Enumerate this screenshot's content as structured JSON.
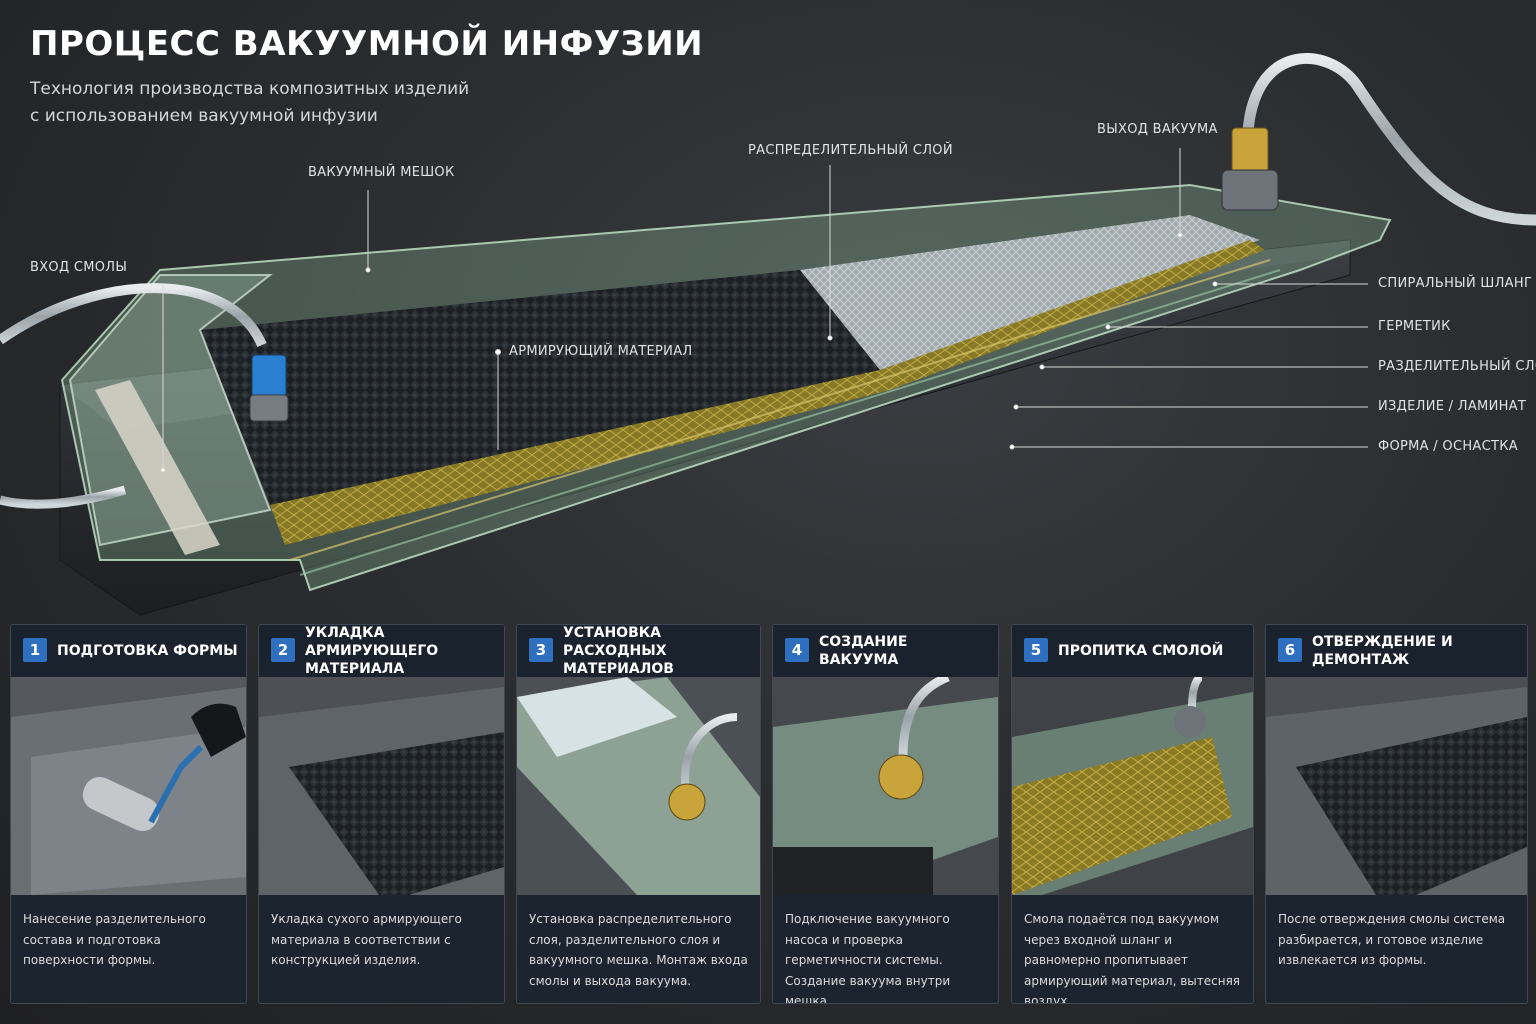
{
  "header": {
    "title": "ПРОЦЕСС ВАКУУМНОЙ ИНФУЗИИ",
    "subtitle_line1": "Технология производства композитных изделий",
    "subtitle_line2": "с использованием вакуумной инфузии"
  },
  "callouts": {
    "resin_inlet": "ВХОД СМОЛЫ",
    "vacuum_bag": "ВАКУУМНЫЙ МЕШОК",
    "distribution_layer": "РАСПРЕДЕЛИТЕЛЬНЫЙ СЛОЙ",
    "vacuum_outlet": "ВЫХОД ВАКУУМА",
    "reinforcement": "АРМИРУЮЩИЙ МАТЕРИАЛ",
    "spiral_hose": "СПИРАЛЬНЫЙ ШЛАНГ",
    "sealant": "ГЕРМЕТИК",
    "release_layer": "РАЗДЕЛИТЕЛЬНЫЙ СЛОЙ",
    "laminate": "ИЗДЕЛИЕ / ЛАМИНАТ",
    "mold": "ФОРМА / ОСНАСТКА"
  },
  "steps": [
    {
      "num": "1",
      "title": "ПОДГОТОВКА ФОРМЫ",
      "desc": "Нанесение разделительного состава и подготовка поверхности формы."
    },
    {
      "num": "2",
      "title": "УКЛАДКА АРМИРУЮЩЕГО МАТЕРИАЛА",
      "desc": "Укладка сухого армирующего материала в соответствии с конструкцией изделия."
    },
    {
      "num": "3",
      "title": "УСТАНОВКА РАСХОДНЫХ МАТЕРИАЛОВ",
      "desc": "Установка распределительного слоя, разделительного слоя и вакуумного мешка. Монтаж входа смолы и выхода вакуума."
    },
    {
      "num": "4",
      "title": "СОЗДАНИЕ ВАКУУМА",
      "desc": "Подключение вакуумного насоса и проверка герметичности системы. Создание вакуума внутри мешка."
    },
    {
      "num": "5",
      "title": "ПРОПИТКА СМОЛОЙ",
      "desc": "Смола подаётся под вакуумом через входной шланг и равномерно пропитывает армирующий материал, вытесняя воздух."
    },
    {
      "num": "6",
      "title": "ОТВЕРЖДЕНИЕ И ДЕМОНТАЖ",
      "desc": "После отверждения смолы система разбирается, и готовое изделие извлекается из формы."
    }
  ],
  "colors": {
    "accent": "#2f6fc0",
    "bag": "#9fd0a8",
    "resin": "#a8922a",
    "carbon": "#1e2226",
    "inlet_fitting": "#2a7fd0",
    "outlet_fitting": "#c9a43a"
  }
}
